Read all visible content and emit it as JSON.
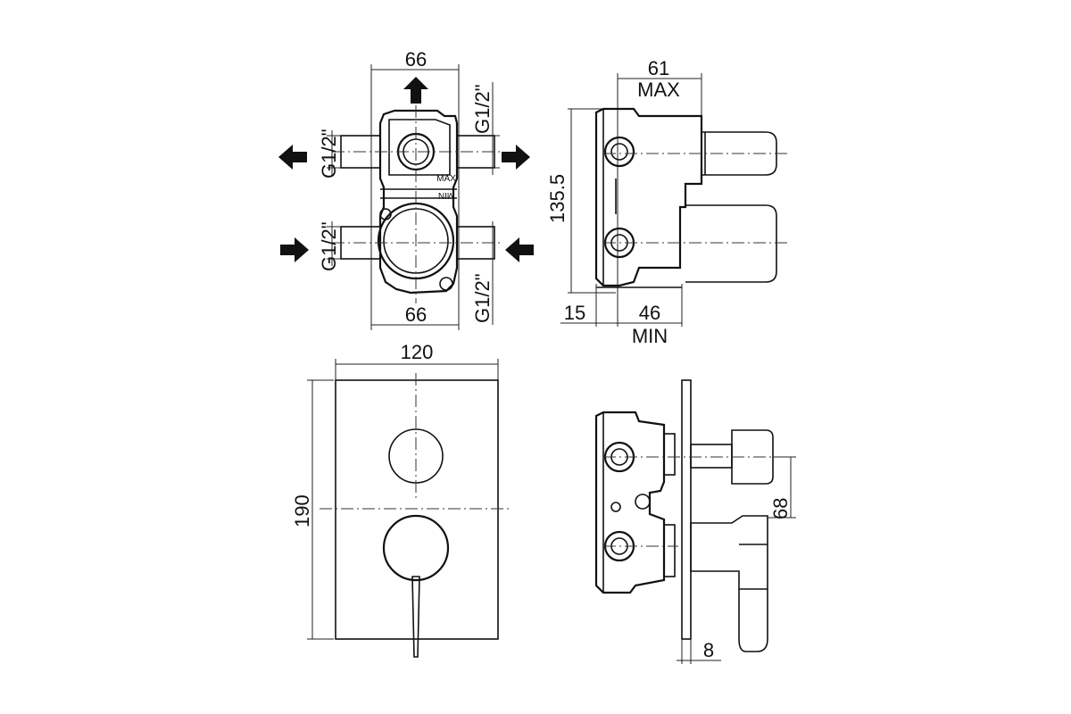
{
  "dimensions": {
    "top_width": "66",
    "bottom_width": "66",
    "thread_top_right": "G1/2\"",
    "thread_left_upper": "G1/2\"",
    "thread_left_lower": "G1/2\"",
    "thread_bottom_right": "G1/2\"",
    "side_depth_max": "61",
    "side_depth_max_unit": "MAX",
    "side_height": "135.5",
    "side_offset": "15",
    "side_depth_min": "46",
    "side_depth_min_unit": "MIN",
    "plate_width": "120",
    "plate_height": "190",
    "outlet_spacing": "68",
    "plate_thickness": "8"
  },
  "labels": {
    "max_marking": "MAX",
    "min_marking": "MIN"
  }
}
